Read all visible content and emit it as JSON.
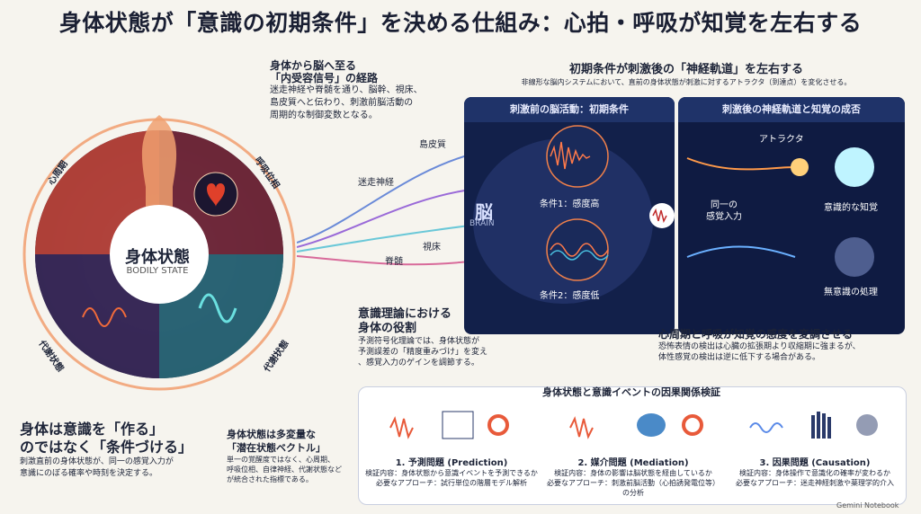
{
  "title": "身体状態が「意識の初期条件」を決める仕組み：心拍・呼吸が知覚を左右する",
  "body_circle": {
    "center_main": "身体状態",
    "center_sub": "BODILY STATE",
    "quadrants": [
      "心周期",
      "呼吸位相",
      "代謝状態",
      "代謝状態"
    ]
  },
  "interoception": {
    "title_line1": "身体から脳へ至る",
    "title_line2": "「内受容信号」の経路",
    "desc": [
      "迷走神経や脊髄を通り、脳幹、視床、",
      "島皮質へと伝わり、刺激前脳活動の",
      "周期的な制御変数となる。"
    ]
  },
  "paths": [
    "島皮質",
    "迷走神経",
    "視床",
    "脊髄"
  ],
  "initial_cond": {
    "title": "初期条件が刺激後の「神経軌道」を左右する",
    "desc": "非線形な脳内システムにおいて、直前の身体状態が刺激に対するアトラクタ（到達点）を変化させる。"
  },
  "panel_left": {
    "header": "刺激前の脳活動：初期条件",
    "brain": "脳",
    "brain_en": "BRAIN",
    "cond1": "条件1：感度高",
    "cond2": "条件2：感度低",
    "same_input_1": "同一の",
    "same_input_2": "感覚入力"
  },
  "panel_right": {
    "header": "刺激後の神経軌道と知覚の成否",
    "attractor": "アトラクタ",
    "conscious": "意識的な知覚",
    "unconscious": "無意識の処理"
  },
  "consciousness_theory": {
    "title_line1": "意識理論における",
    "title_line2": "身体の役割",
    "desc": [
      "予測符号化理論では、身体状態が",
      "予測誤差の「精度重みづけ」を変え",
      "、感覚入力のゲインを調節する。"
    ]
  },
  "modulation": {
    "title": "心周期と呼吸が知覚の感度を変調させる",
    "desc": [
      "恐怖表情の検出は心臓の拡張期より収縮期に強まるが、",
      "体性感覚の検出は逆に低下する場合がある。"
    ]
  },
  "condition_text": {
    "title_line1": "身体は意識を「作る」",
    "title_line2": "のではなく「条件づける」",
    "desc": [
      "刺激直前の身体状態が、同一の感覚入力が",
      "意識にのぼる確率や時刻を決定する。"
    ]
  },
  "multivariate": {
    "title_line1": "身体状態は多変量な",
    "title_line2": "「潜在状態ベクトル」",
    "desc": [
      "単一の覚醒度ではなく、心周期、",
      "呼吸位相、自律神経、代謝状態など",
      "が統合された指標である。"
    ]
  },
  "causal": {
    "header": "身体状態と意識イベントの因果関係検証",
    "items": [
      {
        "title": "1. 予測問題 (Prediction)",
        "d1": "検証内容：身体状態から意識イベントを予測できるか",
        "d2": "必要なアプローチ：試行単位の階層モデル解析"
      },
      {
        "title": "2. 媒介問題 (Mediation)",
        "d1": "検証内容：身体の影響は脳状態を経由しているか",
        "d2": "必要なアプローチ：刺激前脳活動（心拍誘発電位等）の分析"
      },
      {
        "title": "3. 因果問題 (Causation)",
        "d1": "検証内容：身体操作で意識化の確率が変わるか",
        "d2": "必要なアプローチ：迷走神経刺激や薬理学的介入"
      }
    ]
  },
  "footer": "Gemini Notebook",
  "colors": {
    "cardiac": "#e8503a",
    "resp": "#f2a33a",
    "metab": "#3aa8c8",
    "accent": "#2d4a9a"
  }
}
